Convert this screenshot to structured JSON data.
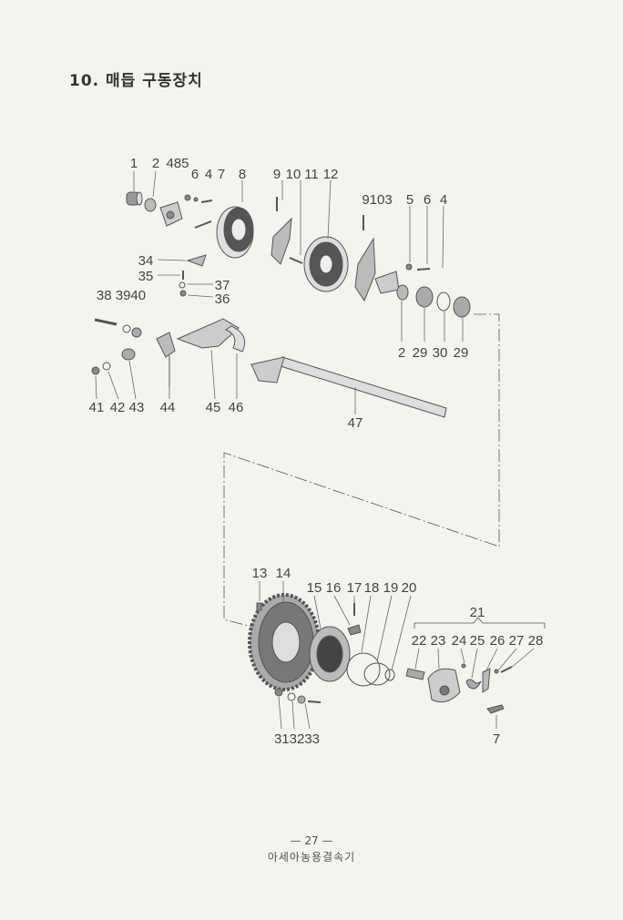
{
  "page": {
    "title": "10. 매듭 구동장치",
    "page_number": "— 27 —",
    "book_title": "아세아농용결속기"
  },
  "labels": [
    {
      "id": "1",
      "text": "1"
    },
    {
      "id": "2",
      "text": "2"
    },
    {
      "id": "485",
      "text": "485"
    },
    {
      "id": "6a",
      "text": "6"
    },
    {
      "id": "4a",
      "text": "4"
    },
    {
      "id": "7a",
      "text": "7"
    },
    {
      "id": "8",
      "text": "8"
    },
    {
      "id": "9a",
      "text": "9"
    },
    {
      "id": "10a",
      "text": "10"
    },
    {
      "id": "11",
      "text": "11"
    },
    {
      "id": "12",
      "text": "12"
    },
    {
      "id": "9103",
      "text": "9103"
    },
    {
      "id": "5",
      "text": "5"
    },
    {
      "id": "6b",
      "text": "6"
    },
    {
      "id": "4b",
      "text": "4"
    },
    {
      "id": "34",
      "text": "34"
    },
    {
      "id": "35",
      "text": "35"
    },
    {
      "id": "37",
      "text": "37"
    },
    {
      "id": "36",
      "text": "36"
    },
    {
      "id": "383940",
      "text": "38 3940"
    },
    {
      "id": "2b",
      "text": "2"
    },
    {
      "id": "29a",
      "text": "29"
    },
    {
      "id": "30",
      "text": "30"
    },
    {
      "id": "29b",
      "text": "29"
    },
    {
      "id": "41",
      "text": "41"
    },
    {
      "id": "42",
      "text": "42"
    },
    {
      "id": "43",
      "text": "43"
    },
    {
      "id": "44",
      "text": "44"
    },
    {
      "id": "45",
      "text": "45"
    },
    {
      "id": "46",
      "text": "46"
    },
    {
      "id": "47",
      "text": "47"
    },
    {
      "id": "13",
      "text": "13"
    },
    {
      "id": "14",
      "text": "14"
    },
    {
      "id": "15",
      "text": "15"
    },
    {
      "id": "16",
      "text": "16"
    },
    {
      "id": "17",
      "text": "17"
    },
    {
      "id": "18",
      "text": "18"
    },
    {
      "id": "19",
      "text": "19"
    },
    {
      "id": "20",
      "text": "20"
    },
    {
      "id": "21",
      "text": "21"
    },
    {
      "id": "22",
      "text": "22"
    },
    {
      "id": "23",
      "text": "23"
    },
    {
      "id": "24",
      "text": "24"
    },
    {
      "id": "25",
      "text": "25"
    },
    {
      "id": "26",
      "text": "26"
    },
    {
      "id": "27",
      "text": "27"
    },
    {
      "id": "28",
      "text": "28"
    },
    {
      "id": "313233",
      "text": "313233"
    },
    {
      "id": "7b",
      "text": "7"
    }
  ]
}
